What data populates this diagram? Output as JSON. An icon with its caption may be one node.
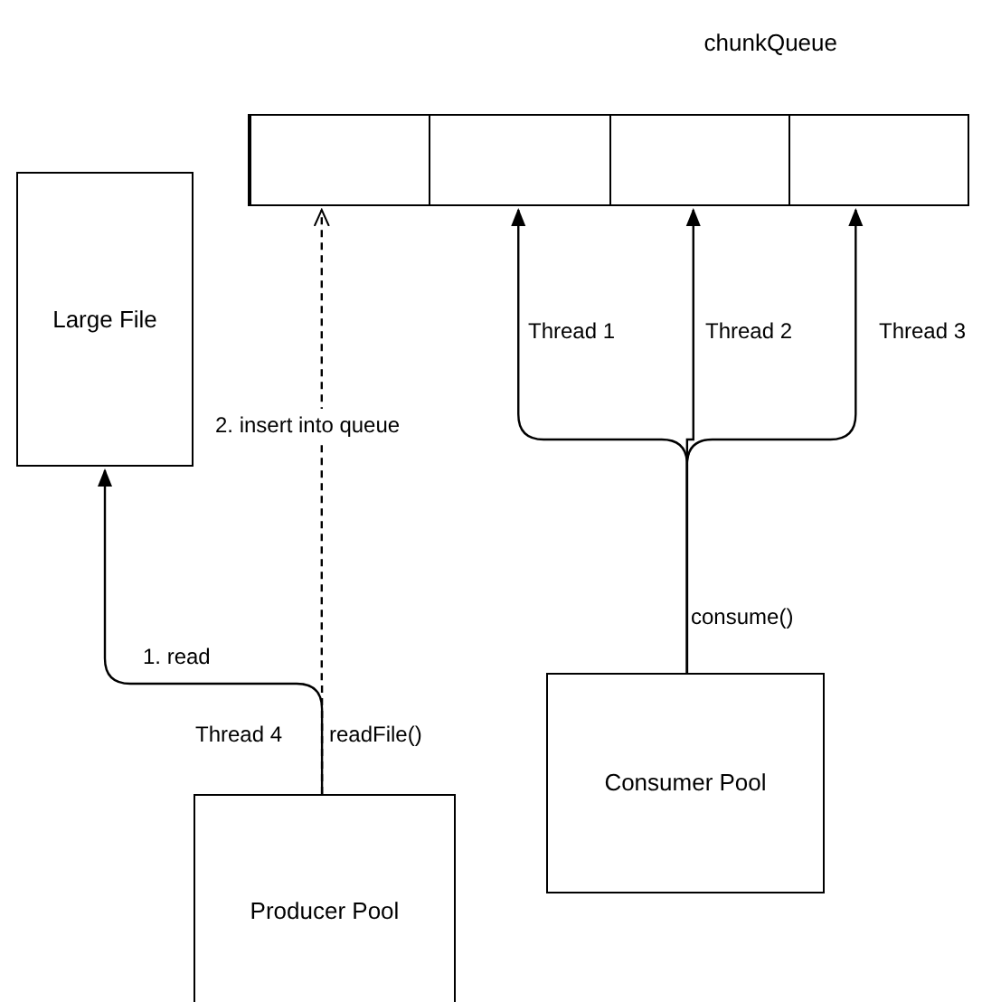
{
  "diagram": {
    "nodes": [
      {
        "text": [
          "chunkQueue"
        ]
      },
      {
        "text": [],
        "shape": "box",
        "in": 0
      },
      {
        "text": [],
        "shape": "box",
        "in": 0
      },
      {
        "text": [],
        "shape": "box",
        "in": 0
      },
      {
        "text": [],
        "shape": "box",
        "in": 0
      },
      {
        "text": [
          "Large File"
        ]
      },
      {
        "text": [
          "Producer Pool"
        ]
      },
      {
        "text": [
          "Consumer Pool"
        ]
      }
    ],
    "edges": [
      {
        "from": 6,
        "to": 5,
        "arrow": "to",
        "label": "1. read"
      },
      {
        "from": 6,
        "to": 1,
        "arrow": "to",
        "label": "2. insert into queue",
        "style": "dashed"
      },
      {
        "from": 7,
        "to": 2,
        "arrow": "to",
        "label": "Thread 1"
      },
      {
        "from": 7,
        "to": 3,
        "arrow": "to",
        "label": "Thread 2"
      },
      {
        "from": 7,
        "to": 4,
        "arrow": "to",
        "label": "Thread 3"
      }
    ],
    "labels": [
      "Thread 4",
      "readFile()",
      "consume()"
    ]
  }
}
